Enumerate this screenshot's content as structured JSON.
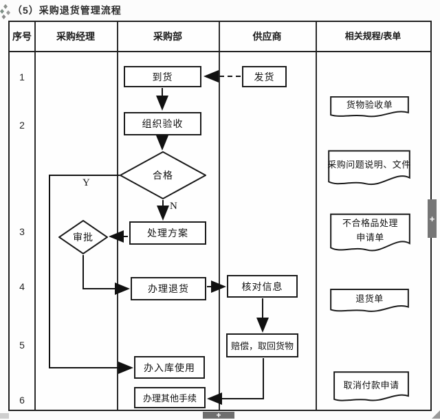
{
  "title": "（5）采购退货管理流程",
  "table": {
    "headers": [
      "序号",
      "采购经理",
      "采购部",
      "供应商",
      "相关规程/表单"
    ],
    "row_numbers": [
      "1",
      "2",
      "3",
      "4",
      "5",
      "6"
    ]
  },
  "flow": {
    "arrival": "到货",
    "ship": "发货",
    "inspect": "组织验收",
    "qualified": "合格",
    "plan": "处理方案",
    "approve": "审批",
    "process_return": "办理退货",
    "verify": "核对信息",
    "compensate": "赔偿，取回货物",
    "warehouse": "办入库使用",
    "other": "办理其他手续",
    "yes_label": "Y",
    "no_label": "N"
  },
  "documents": [
    {
      "lines": [
        "货物验收单"
      ]
    },
    {
      "lines": [
        "采购问题说明、文件"
      ]
    },
    {
      "lines": [
        "不合格品处理",
        "申请单"
      ]
    },
    {
      "lines": [
        "退货单"
      ]
    },
    {
      "lines": [
        "取消付款申请"
      ]
    }
  ],
  "widgets": {
    "side_plus": "+",
    "bottom_plus": "+"
  },
  "colors": {
    "line": "#1a1a1a",
    "tab_bg": "#757575",
    "background": "#fcfcfc"
  }
}
